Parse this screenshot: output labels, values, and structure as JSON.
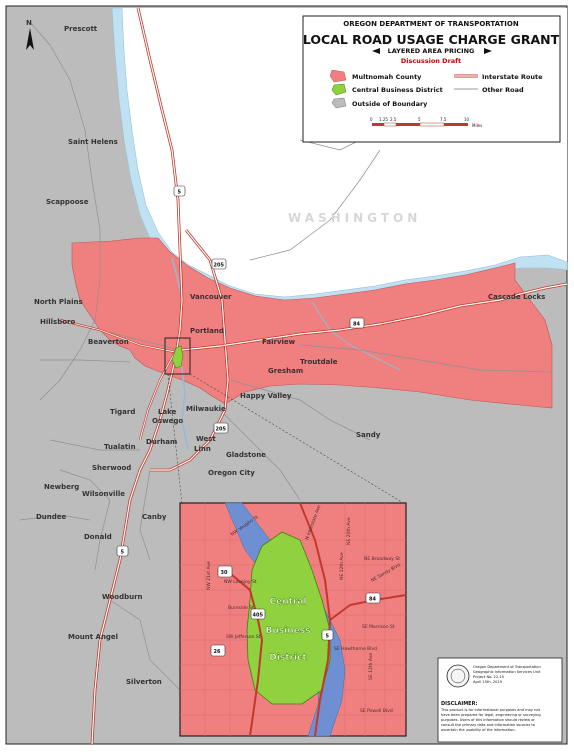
{
  "legend": {
    "agency": "OREGON DEPARTMENT OF TRANSPORTATION",
    "title": "LOCAL ROAD USAGE CHARGE GRANT",
    "subtitle": "LAYERED AREA PRICING",
    "status": "Discussion Draft",
    "items": {
      "multnomah": "Multnomah County",
      "cbd": "Central Business District",
      "outside": "Outside of Boundary",
      "interstate": "Interstate Route",
      "other_road": "Other Road"
    },
    "scale_ticks": [
      "0",
      "1.25",
      "2.5",
      "5",
      "7.5",
      "10"
    ],
    "scale_unit": "Miles",
    "colors": {
      "multnomah": "#f08080",
      "cbd": "#8fd13f",
      "outside": "#bcbcbc",
      "interstate": "#c0392b",
      "other_road": "#9a9a9a"
    }
  },
  "north_arrow": "N",
  "state_label": "WASHINGTON",
  "places": {
    "prescott": "Prescott",
    "saint_helens": "Saint Helens",
    "scappoose": "Scappoose",
    "north_plains": "North Plains",
    "hillsboro": "Hillsboro",
    "beaverton": "Beaverton",
    "tigard": "Tigard",
    "tualatin": "Tualatin",
    "sherwood": "Sherwood",
    "newberg": "Newberg",
    "wilsonville": "Wilsonville",
    "dundee": "Dundee",
    "donald": "Donald",
    "canby": "Canby",
    "woodburn": "Woodburn",
    "mount_angel": "Mount Angel",
    "silverton": "Silverton",
    "vancouver": "Vancouver",
    "portland": "Portland",
    "fairview": "Fairview",
    "troutdale": "Troutdale",
    "gresham": "Gresham",
    "happy_valley": "Happy Valley",
    "cascade_locks": "Cascade Locks",
    "sandy": "Sandy",
    "lake_oswego_1": "Lake",
    "lake_oswego_2": "Oswego",
    "milwaukie": "Milwaukie",
    "durham": "Durham",
    "west_linn_1": "West",
    "west_linn_2": "Linn",
    "gladstone": "Gladstone",
    "oregon_city": "Oregon City"
  },
  "shields": {
    "i5_north": "5",
    "i205_north": "205",
    "i84": "84",
    "i205_south": "205",
    "i5_south": "5",
    "inset_30": "30",
    "inset_405": "405",
    "inset_26": "26",
    "inset_5": "5",
    "inset_84": "84"
  },
  "inset": {
    "cbd_label": [
      "Central",
      "Business",
      "District"
    ],
    "streets": {
      "nw_vaughn": "NW Vaughn St",
      "nw_lovejoy": "NW Lovejoy St",
      "nw_burnside": "Burnside St",
      "sw_jefferson": "SW Jefferson St",
      "nw_21st": "NW 21st Ave",
      "n_interstate": "N Interstate Ave",
      "ne_broadway": "NE Broadway St",
      "ne_12th": "NE 12th Ave",
      "ne_sandy": "NE Sandy Blvd",
      "se_morrison": "SE Morrison St",
      "se_hawthorne": "SE Hawthorne Blvd",
      "se_12th": "SE 12th Ave",
      "se_powell": "SE Powell Blvd",
      "ne_20th": "NE 20th Ave"
    }
  },
  "credit": {
    "lines": [
      "Oregon Department of Transportation",
      "Geographic Information Services Unit",
      "Project No. 22-10",
      "April 15th, 2019"
    ]
  },
  "disclaimer": {
    "heading": "DISCLAIMER:",
    "text": [
      "This product is for informational purposes and may not",
      "have been prepared for legal, engineering or surveying",
      "purposes. Users of this information should review or",
      "consult the primary data and information sources to",
      "ascertain the usability of the information."
    ]
  }
}
